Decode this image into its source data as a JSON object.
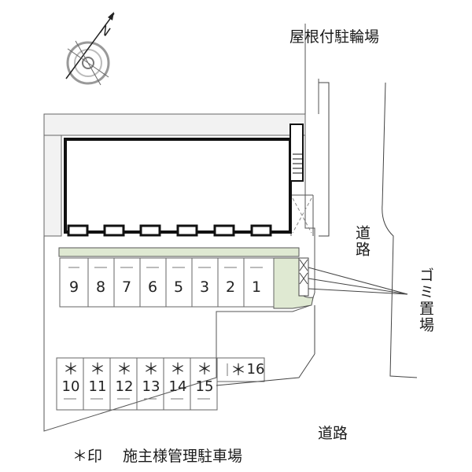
{
  "labels": {
    "bicycle_parking": "屋根付駐輪場",
    "road_right": "道路",
    "garbage_area": "ゴミ置場",
    "road_bottom": "道路",
    "legend_mark": "＊印",
    "legend_text": "施主様管理駐車場"
  },
  "compass": {
    "north_label": "N"
  },
  "parking_row_upper": [
    "9",
    "8",
    "7",
    "6",
    "5",
    "3",
    "2",
    "1"
  ],
  "parking_row_lower": [
    {
      "number": "10",
      "mark": "＊"
    },
    {
      "number": "11",
      "mark": "＊"
    },
    {
      "number": "12",
      "mark": "＊"
    },
    {
      "number": "13",
      "mark": "＊"
    },
    {
      "number": "14",
      "mark": "＊"
    },
    {
      "number": "15",
      "mark": "＊"
    }
  ],
  "extra_spot": {
    "number": "16",
    "mark": "＊"
  },
  "colors": {
    "line": "#555555",
    "building": "#111111",
    "hedge": "#d9e8c8",
    "site": "#f4f4f4"
  }
}
